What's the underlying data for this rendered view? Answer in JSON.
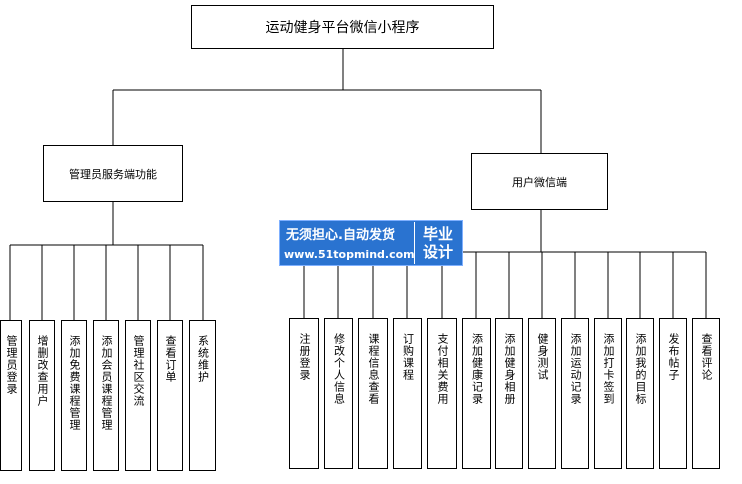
{
  "root": {
    "label": "运动健身平台微信小程序"
  },
  "branches": [
    {
      "label": "管理员服务端功能",
      "children": [
        "管理员登录",
        "增删改查用户",
        "添加免费课程管理",
        "添加会员课程管理",
        "管理社区交流",
        "查看订单",
        "系统维护"
      ]
    },
    {
      "label": "用户微信端",
      "children": [
        "注册登录",
        "修改个人信息",
        "课程信息查看",
        "订购课程",
        "支付相关费用",
        "添加健康记录",
        "添加健身相册",
        "健身测试",
        "添加运动记录",
        "添加打卡签到",
        "添加我的目标",
        "发布帖子",
        "查看评论"
      ]
    }
  ],
  "watermark": {
    "main": "无须担心.自动发货",
    "url": "www.51topmind.com",
    "side_top": "毕业",
    "side_bottom": "设计"
  }
}
